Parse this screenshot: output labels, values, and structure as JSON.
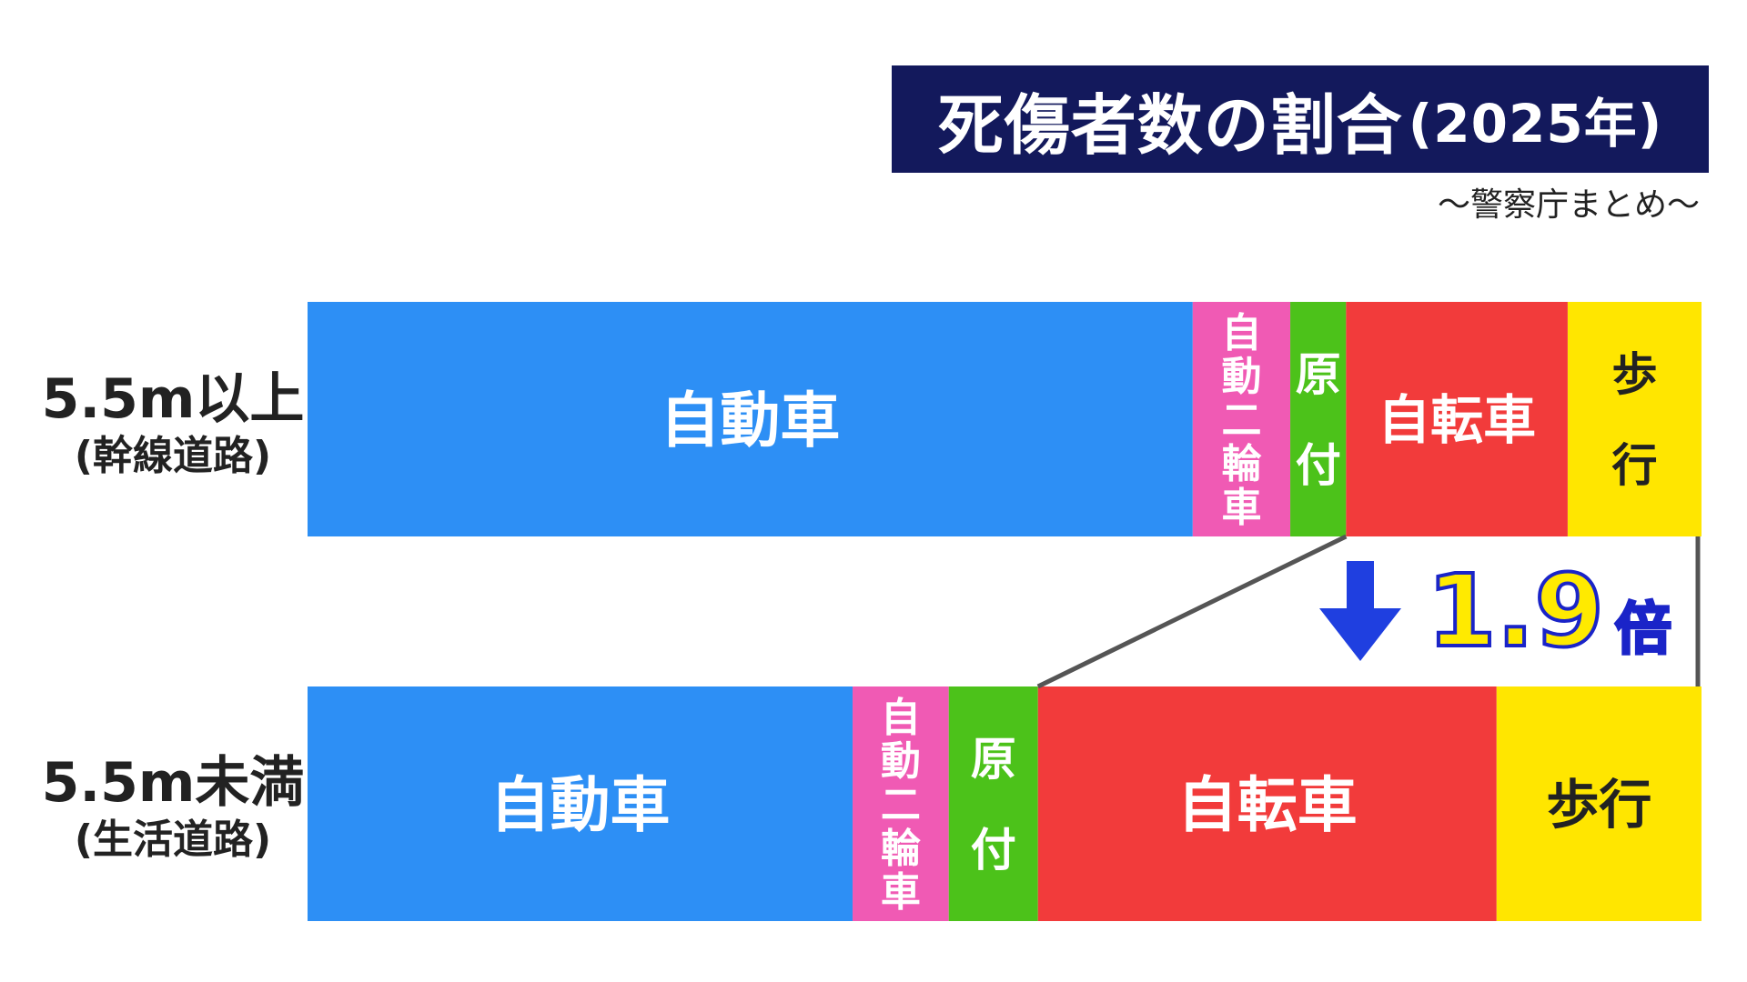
{
  "title": {
    "main": "死傷者数の割合",
    "year": "(2025年)"
  },
  "subtitle": "〜警察庁まとめ〜",
  "rows": [
    {
      "main": "5.5m以上",
      "sub": "(幹線道路)"
    },
    {
      "main": "5.5m未満",
      "sub": "(生活道路)"
    }
  ],
  "ratio": {
    "value": "1.9",
    "unit": "倍",
    "direction": "down-arrow-icon"
  },
  "colors": {
    "自動車": "#2d8ff5",
    "自動二輪車": "#f05ab4",
    "原付": "#4cc21a",
    "自転車": "#f23b3b",
    "歩行": "#ffe600",
    "title_bg": "#13195c",
    "arrow": "#1f3fe0"
  },
  "chart_data": {
    "type": "bar",
    "stacked": true,
    "orientation": "horizontal",
    "normalized": true,
    "categories": [
      "5.5m以上(幹線道路)",
      "5.5m未満(生活道路)"
    ],
    "series": [
      {
        "name": "自動車",
        "values": [
          63.5,
          39.1
        ]
      },
      {
        "name": "自動二輪車",
        "values": [
          7.0,
          6.9
        ]
      },
      {
        "name": "原付",
        "values": [
          4.0,
          6.4
        ]
      },
      {
        "name": "自転車",
        "values": [
          15.9,
          32.9
        ]
      },
      {
        "name": "歩行",
        "values": [
          9.6,
          14.7
        ]
      }
    ],
    "series_labels": {
      "自動車": "自動車",
      "自動二輪車": "自動二輪車",
      "原付": "原付",
      "自転車": "自転車",
      "歩行": "歩行"
    }
  }
}
